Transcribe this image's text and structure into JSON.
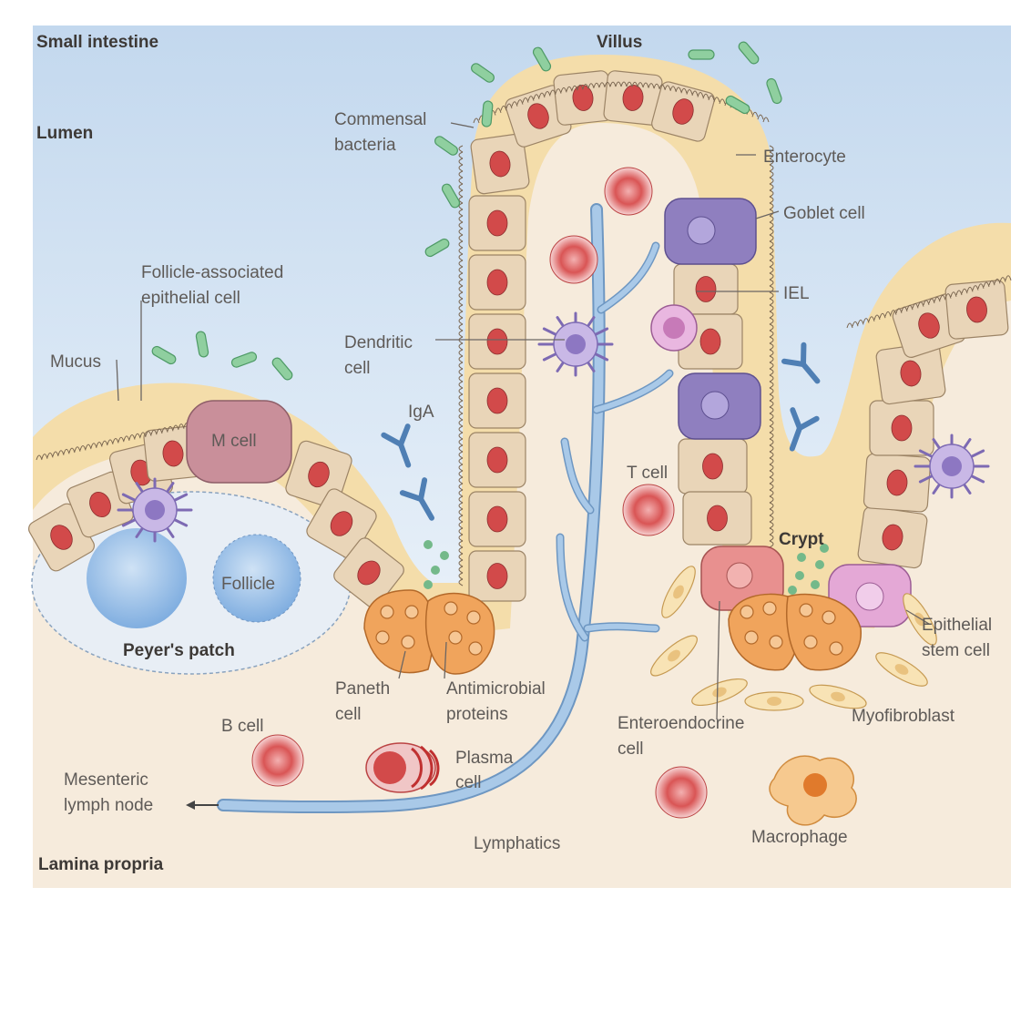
{
  "diagram": {
    "regions": {
      "small_intestine": "Small intestine",
      "lumen": "Lumen",
      "lamina_propria": "Lamina propria",
      "villus": "Villus",
      "crypt": "Crypt",
      "peyers_patch": "Peyer's patch"
    },
    "labels": {
      "commensal_1": "Commensal",
      "commensal_2": "bacteria",
      "enterocyte": "Enterocyte",
      "goblet": "Goblet cell",
      "iel": "IEL",
      "fae_1": "Follicle-associated",
      "fae_2": "epithelial cell",
      "dendritic_1": "Dendritic",
      "dendritic_2": "cell",
      "mucus": "Mucus",
      "m_cell": "M cell",
      "iga": "IgA",
      "t_cell": "T cell",
      "follicle": "Follicle",
      "paneth_1": "Paneth",
      "paneth_2": "cell",
      "amp_1": "Antimicrobial",
      "amp_2": "proteins",
      "esc_1": "Epithelial",
      "esc_2": "stem cell",
      "b_cell": "B cell",
      "enteroendo_1": "Enteroendocrine",
      "enteroendo_2": "cell",
      "myofibroblast": "Myofibroblast",
      "plasma_1": "Plasma",
      "plasma_2": "cell",
      "mln_1": "Mesenteric",
      "mln_2": "lymph node",
      "lymphatics": "Lymphatics",
      "macrophage": "Macrophage"
    },
    "colors": {
      "lumen_top": "#c9dcef",
      "lumen_bottom": "#eef4fa",
      "lamina": "#f6ebdc",
      "mucus": "#f5dfa8",
      "enterocyte": "#e9d5b8",
      "nucleus": "#d24a4a",
      "goblet": "#8f7fbf",
      "m_cell": "#c98f9a",
      "paneth": "#f0a45c",
      "stem": "#e4a8d6",
      "lymphatic": "#9cc0e2",
      "follicle": "#8db8e3",
      "bacteria": "#8fcf9f",
      "iga": "#4f7fb4"
    }
  }
}
